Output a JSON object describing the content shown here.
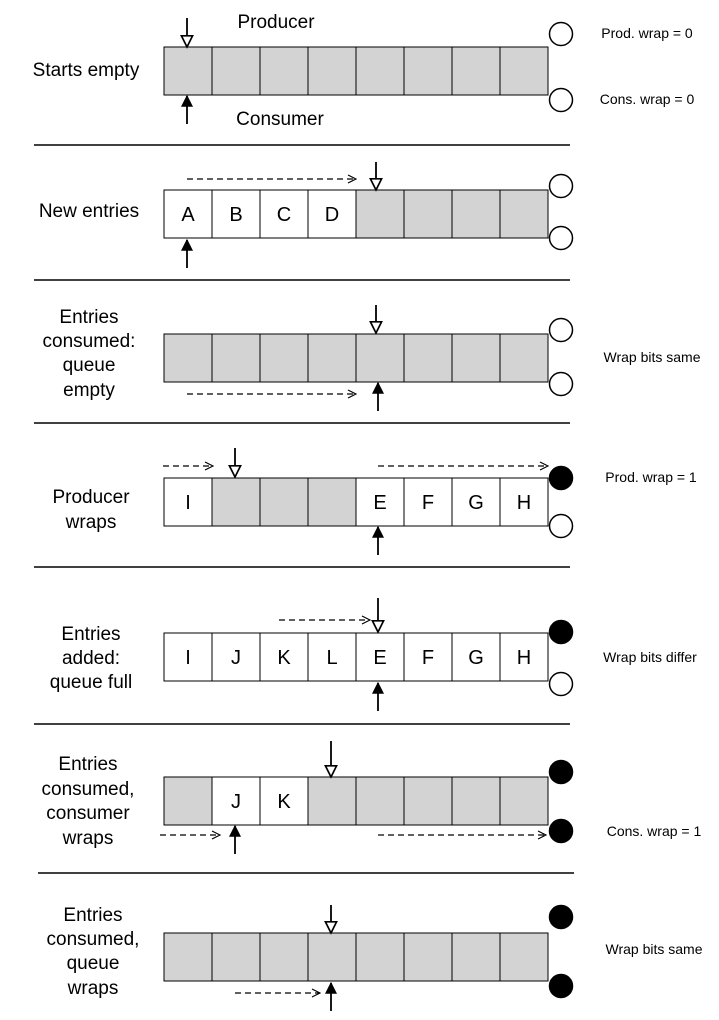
{
  "producer_label": "Producer",
  "consumer_label": "Consumer",
  "colors": {
    "empty_slot": "#d3d3d3",
    "filled_slot": "#ffffff",
    "stroke": "#000000",
    "wrap_set": "#000000",
    "wrap_clear": "#ffffff"
  },
  "rows": [
    {
      "label_lines": [
        "Starts empty"
      ],
      "slots": [
        "",
        "",
        "",
        "",
        "",
        "",
        "",
        ""
      ],
      "producer_index": 0,
      "consumer_index": 0,
      "prod_wrap_set": false,
      "cons_wrap_set": false,
      "notes": [
        "Prod. wrap = 0",
        "Cons. wrap = 0"
      ]
    },
    {
      "label_lines": [
        "New entries"
      ],
      "slots": [
        "A",
        "B",
        "C",
        "D",
        "",
        "",
        "",
        ""
      ],
      "producer_index": 4,
      "consumer_index": 0,
      "prod_wrap_set": false,
      "cons_wrap_set": false,
      "notes": []
    },
    {
      "label_lines": [
        "Entries",
        "consumed:",
        "queue",
        "empty"
      ],
      "slots": [
        "",
        "",
        "",
        "",
        "",
        "",
        "",
        ""
      ],
      "producer_index": 4,
      "consumer_index": 4,
      "prod_wrap_set": false,
      "cons_wrap_set": false,
      "notes": [
        "Wrap bits same"
      ]
    },
    {
      "label_lines": [
        "Producer",
        "wraps"
      ],
      "slots": [
        "I",
        "",
        "",
        "",
        "E",
        "F",
        "G",
        "H"
      ],
      "producer_index": 1,
      "consumer_index": 4,
      "prod_wrap_set": true,
      "cons_wrap_set": false,
      "notes": [
        "Prod. wrap = 1"
      ]
    },
    {
      "label_lines": [
        "Entries",
        "added:",
        "queue full"
      ],
      "slots": [
        "I",
        "J",
        "K",
        "L",
        "E",
        "F",
        "G",
        "H"
      ],
      "producer_index": 4,
      "consumer_index": 4,
      "prod_wrap_set": true,
      "cons_wrap_set": false,
      "notes": [
        "Wrap bits differ"
      ]
    },
    {
      "label_lines": [
        "Entries",
        "consumed,",
        "consumer",
        "wraps"
      ],
      "slots": [
        "",
        "J",
        "K",
        "",
        "",
        "",
        "",
        ""
      ],
      "producer_index": 3,
      "consumer_index": 1,
      "prod_wrap_set": true,
      "cons_wrap_set": true,
      "notes": [
        "Cons. wrap = 1"
      ]
    },
    {
      "label_lines": [
        "Entries",
        "consumed,",
        "queue",
        "wraps"
      ],
      "slots": [
        "",
        "",
        "",
        "",
        "",
        "",
        "",
        ""
      ],
      "producer_index": 3,
      "consumer_index": 3,
      "prod_wrap_set": true,
      "cons_wrap_set": true,
      "notes": [
        "Wrap bits same"
      ]
    }
  ]
}
